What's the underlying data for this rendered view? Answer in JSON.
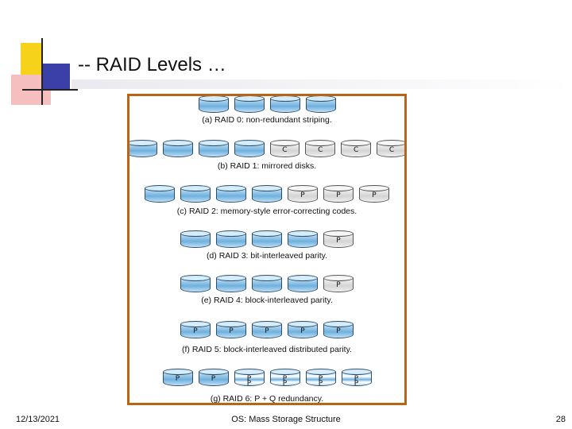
{
  "slide": {
    "title": "-- RAID Levels …"
  },
  "figure": {
    "rows": [
      {
        "caption": "(a) RAID 0: non-redundant striping.",
        "disks": [
          {
            "t": "b",
            "l": ""
          },
          {
            "t": "b",
            "l": ""
          },
          {
            "t": "b",
            "l": ""
          },
          {
            "t": "b",
            "l": ""
          }
        ]
      },
      {
        "caption": "(b) RAID 1: mirrored disks.",
        "disks": [
          {
            "t": "b",
            "l": ""
          },
          {
            "t": "b",
            "l": ""
          },
          {
            "t": "b",
            "l": ""
          },
          {
            "t": "b",
            "l": ""
          },
          {
            "t": "g",
            "l": "C"
          },
          {
            "t": "g",
            "l": "C"
          },
          {
            "t": "g",
            "l": "C"
          },
          {
            "t": "g",
            "l": "C"
          }
        ]
      },
      {
        "caption": "(c) RAID 2: memory-style error-correcting codes.",
        "disks": [
          {
            "t": "b",
            "l": ""
          },
          {
            "t": "b",
            "l": ""
          },
          {
            "t": "b",
            "l": ""
          },
          {
            "t": "b",
            "l": ""
          },
          {
            "t": "g",
            "l": "P"
          },
          {
            "t": "g",
            "l": "P"
          },
          {
            "t": "g",
            "l": "P"
          }
        ]
      },
      {
        "caption": "(d) RAID 3: bit-interleaved parity.",
        "disks": [
          {
            "t": "b",
            "l": ""
          },
          {
            "t": "b",
            "l": ""
          },
          {
            "t": "b",
            "l": ""
          },
          {
            "t": "b",
            "l": ""
          },
          {
            "t": "g",
            "l": "P"
          }
        ]
      },
      {
        "caption": "(e) RAID 4: block-interleaved parity.",
        "disks": [
          {
            "t": "b",
            "l": ""
          },
          {
            "t": "b",
            "l": ""
          },
          {
            "t": "b",
            "l": ""
          },
          {
            "t": "b",
            "l": ""
          },
          {
            "t": "g",
            "l": "P"
          }
        ]
      },
      {
        "caption": "(f) RAID 5: block-interleaved distributed parity.",
        "disks": [
          {
            "t": "b",
            "l": "P"
          },
          {
            "t": "b",
            "l": "P"
          },
          {
            "t": "b",
            "l": "P"
          },
          {
            "t": "b",
            "l": "P"
          },
          {
            "t": "b",
            "l": "P"
          }
        ]
      },
      {
        "caption": "(g) RAID 6: P + Q redundancy.",
        "disks": [
          {
            "t": "b",
            "l": "P"
          },
          {
            "t": "b",
            "l": "P"
          },
          {
            "t": "s",
            "l": "P",
            "l2": "P"
          },
          {
            "t": "s",
            "l": "P",
            "l2": "P"
          },
          {
            "t": "s",
            "l": "P",
            "l2": "P"
          },
          {
            "t": "s",
            "l": "P",
            "l2": "P"
          }
        ]
      }
    ],
    "colors": {
      "border": "#b8651a",
      "disk_blue": "#6fb0de",
      "disk_gray": "#d4d4d4"
    }
  },
  "footer": {
    "date": "12/13/2021",
    "center": "OS: Mass Storage Structure",
    "page": "28"
  }
}
